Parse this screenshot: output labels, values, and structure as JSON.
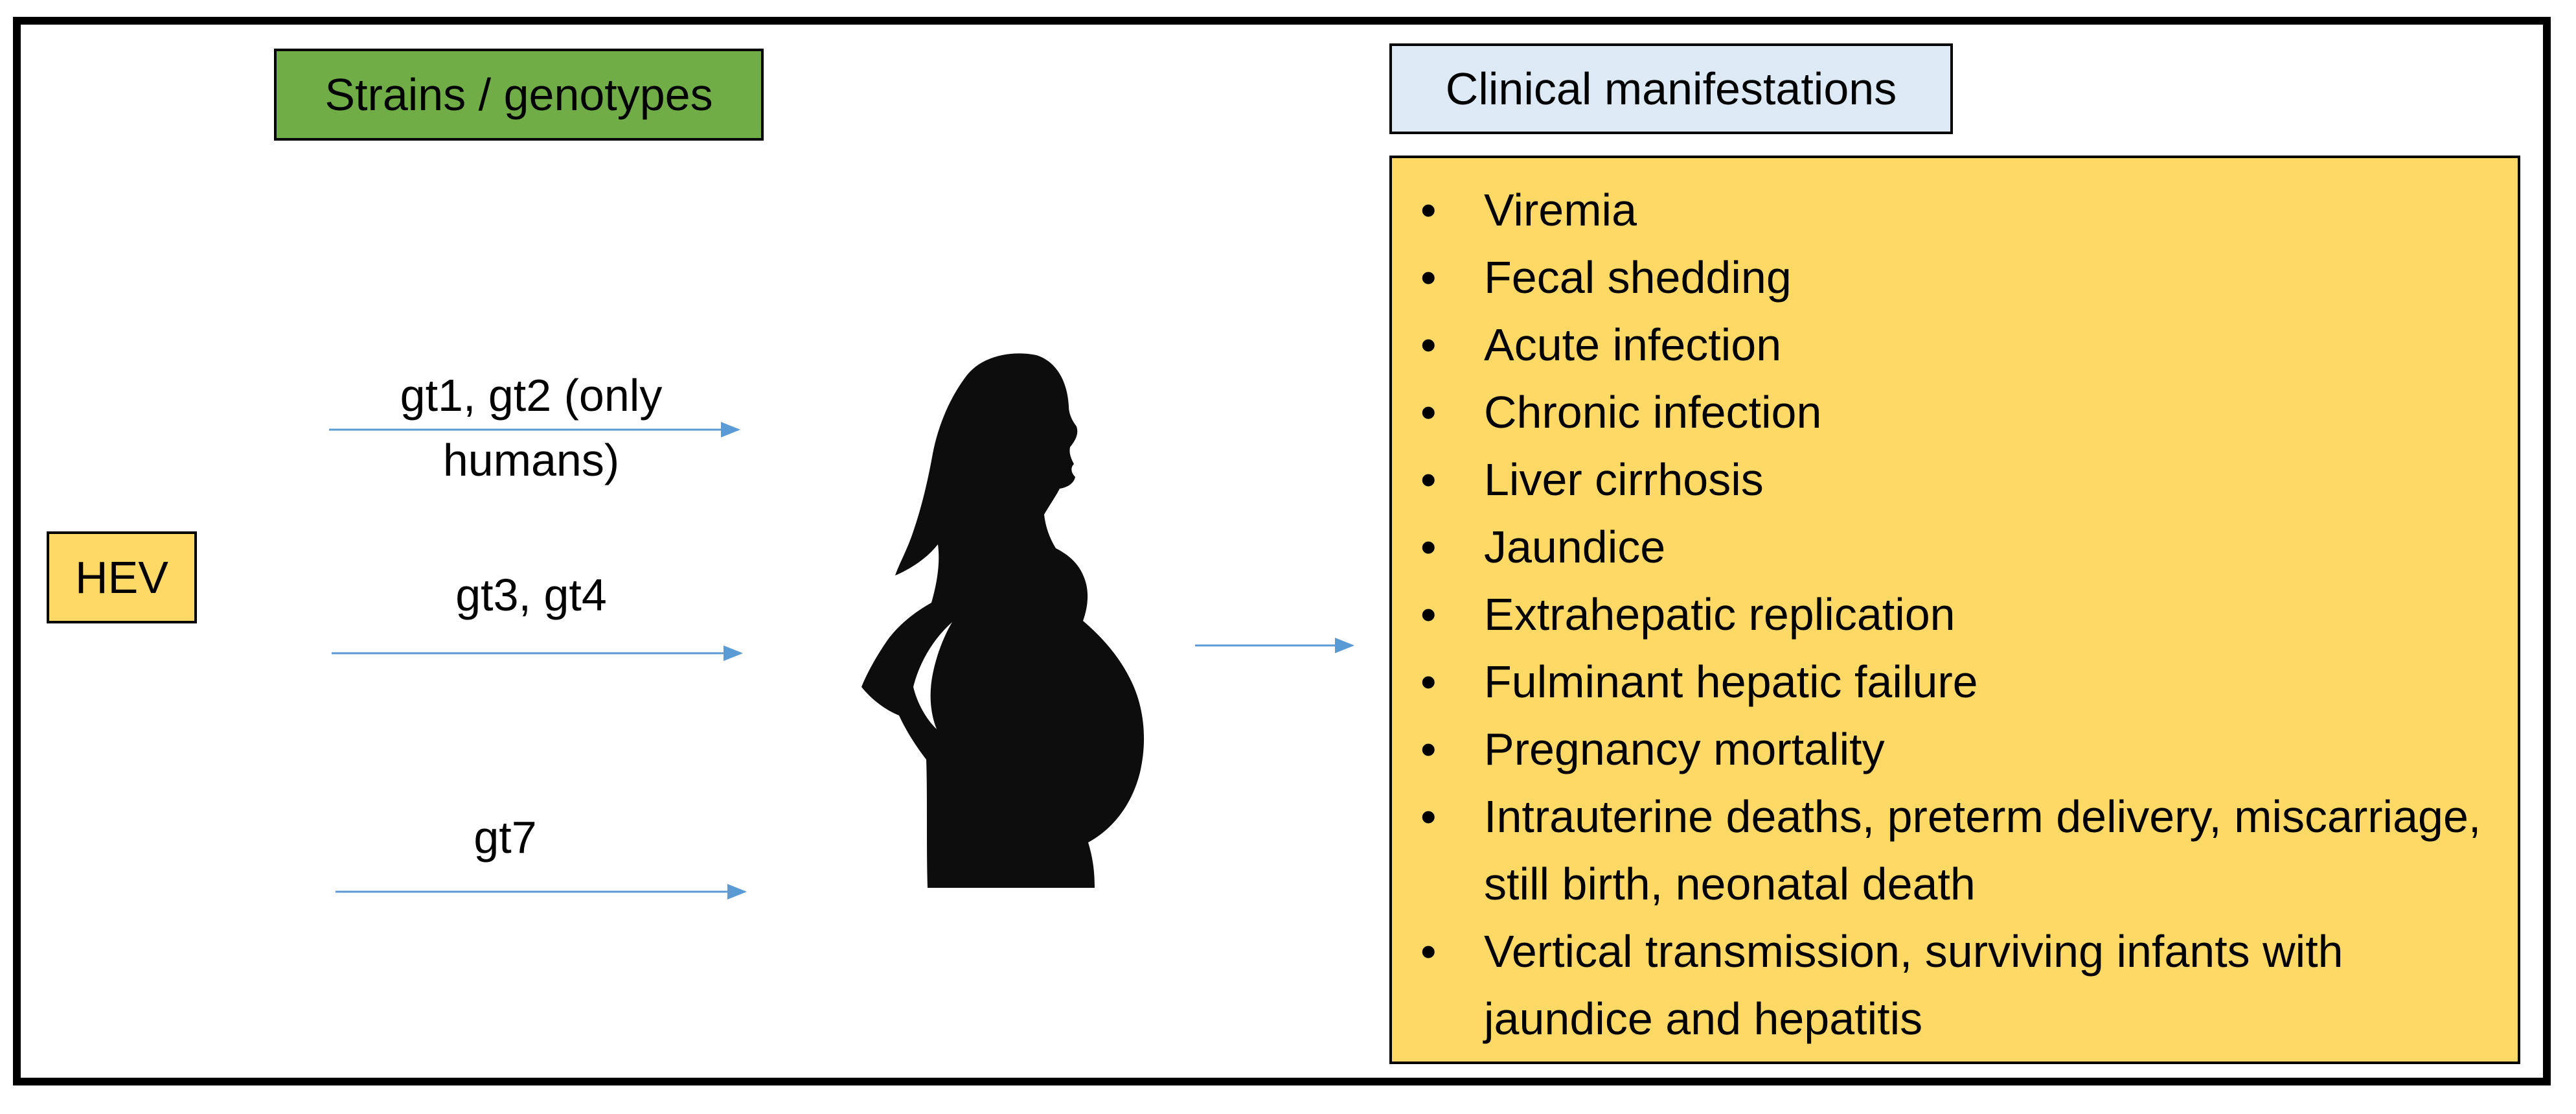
{
  "diagram": {
    "strains_header": "Strains / genotypes",
    "clinical_header": "Clinical manifestations",
    "source_label": "HEV",
    "genotype_labels": {
      "gt12": "gt1, gt2 (only humans)",
      "gt12_line1": "gt1, gt2 (only",
      "gt12_line2": "humans)",
      "gt34": "gt3, gt4",
      "gt7": "gt7"
    },
    "manifestations": [
      "Viremia",
      "Fecal shedding",
      "Acute infection",
      "Chronic infection",
      "Liver cirrhosis",
      "Jaundice",
      "Extrahepatic replication",
      "Fulminant hepatic failure",
      "Pregnancy mortality",
      "Intrauterine deaths, preterm delivery, miscarriage, still birth, neonatal death",
      "Vertical transmission, surviving infants with jaundice and hepatitis"
    ],
    "bullet_glyph": "•",
    "colors": {
      "strains_fill": "#70ad47",
      "clinical_fill": "#dee9f6",
      "hev_fill": "#ffd966",
      "manifest_fill": "#ffd966",
      "arrow": "#5b9bd5",
      "silhouette": "#0d0d0d"
    }
  }
}
